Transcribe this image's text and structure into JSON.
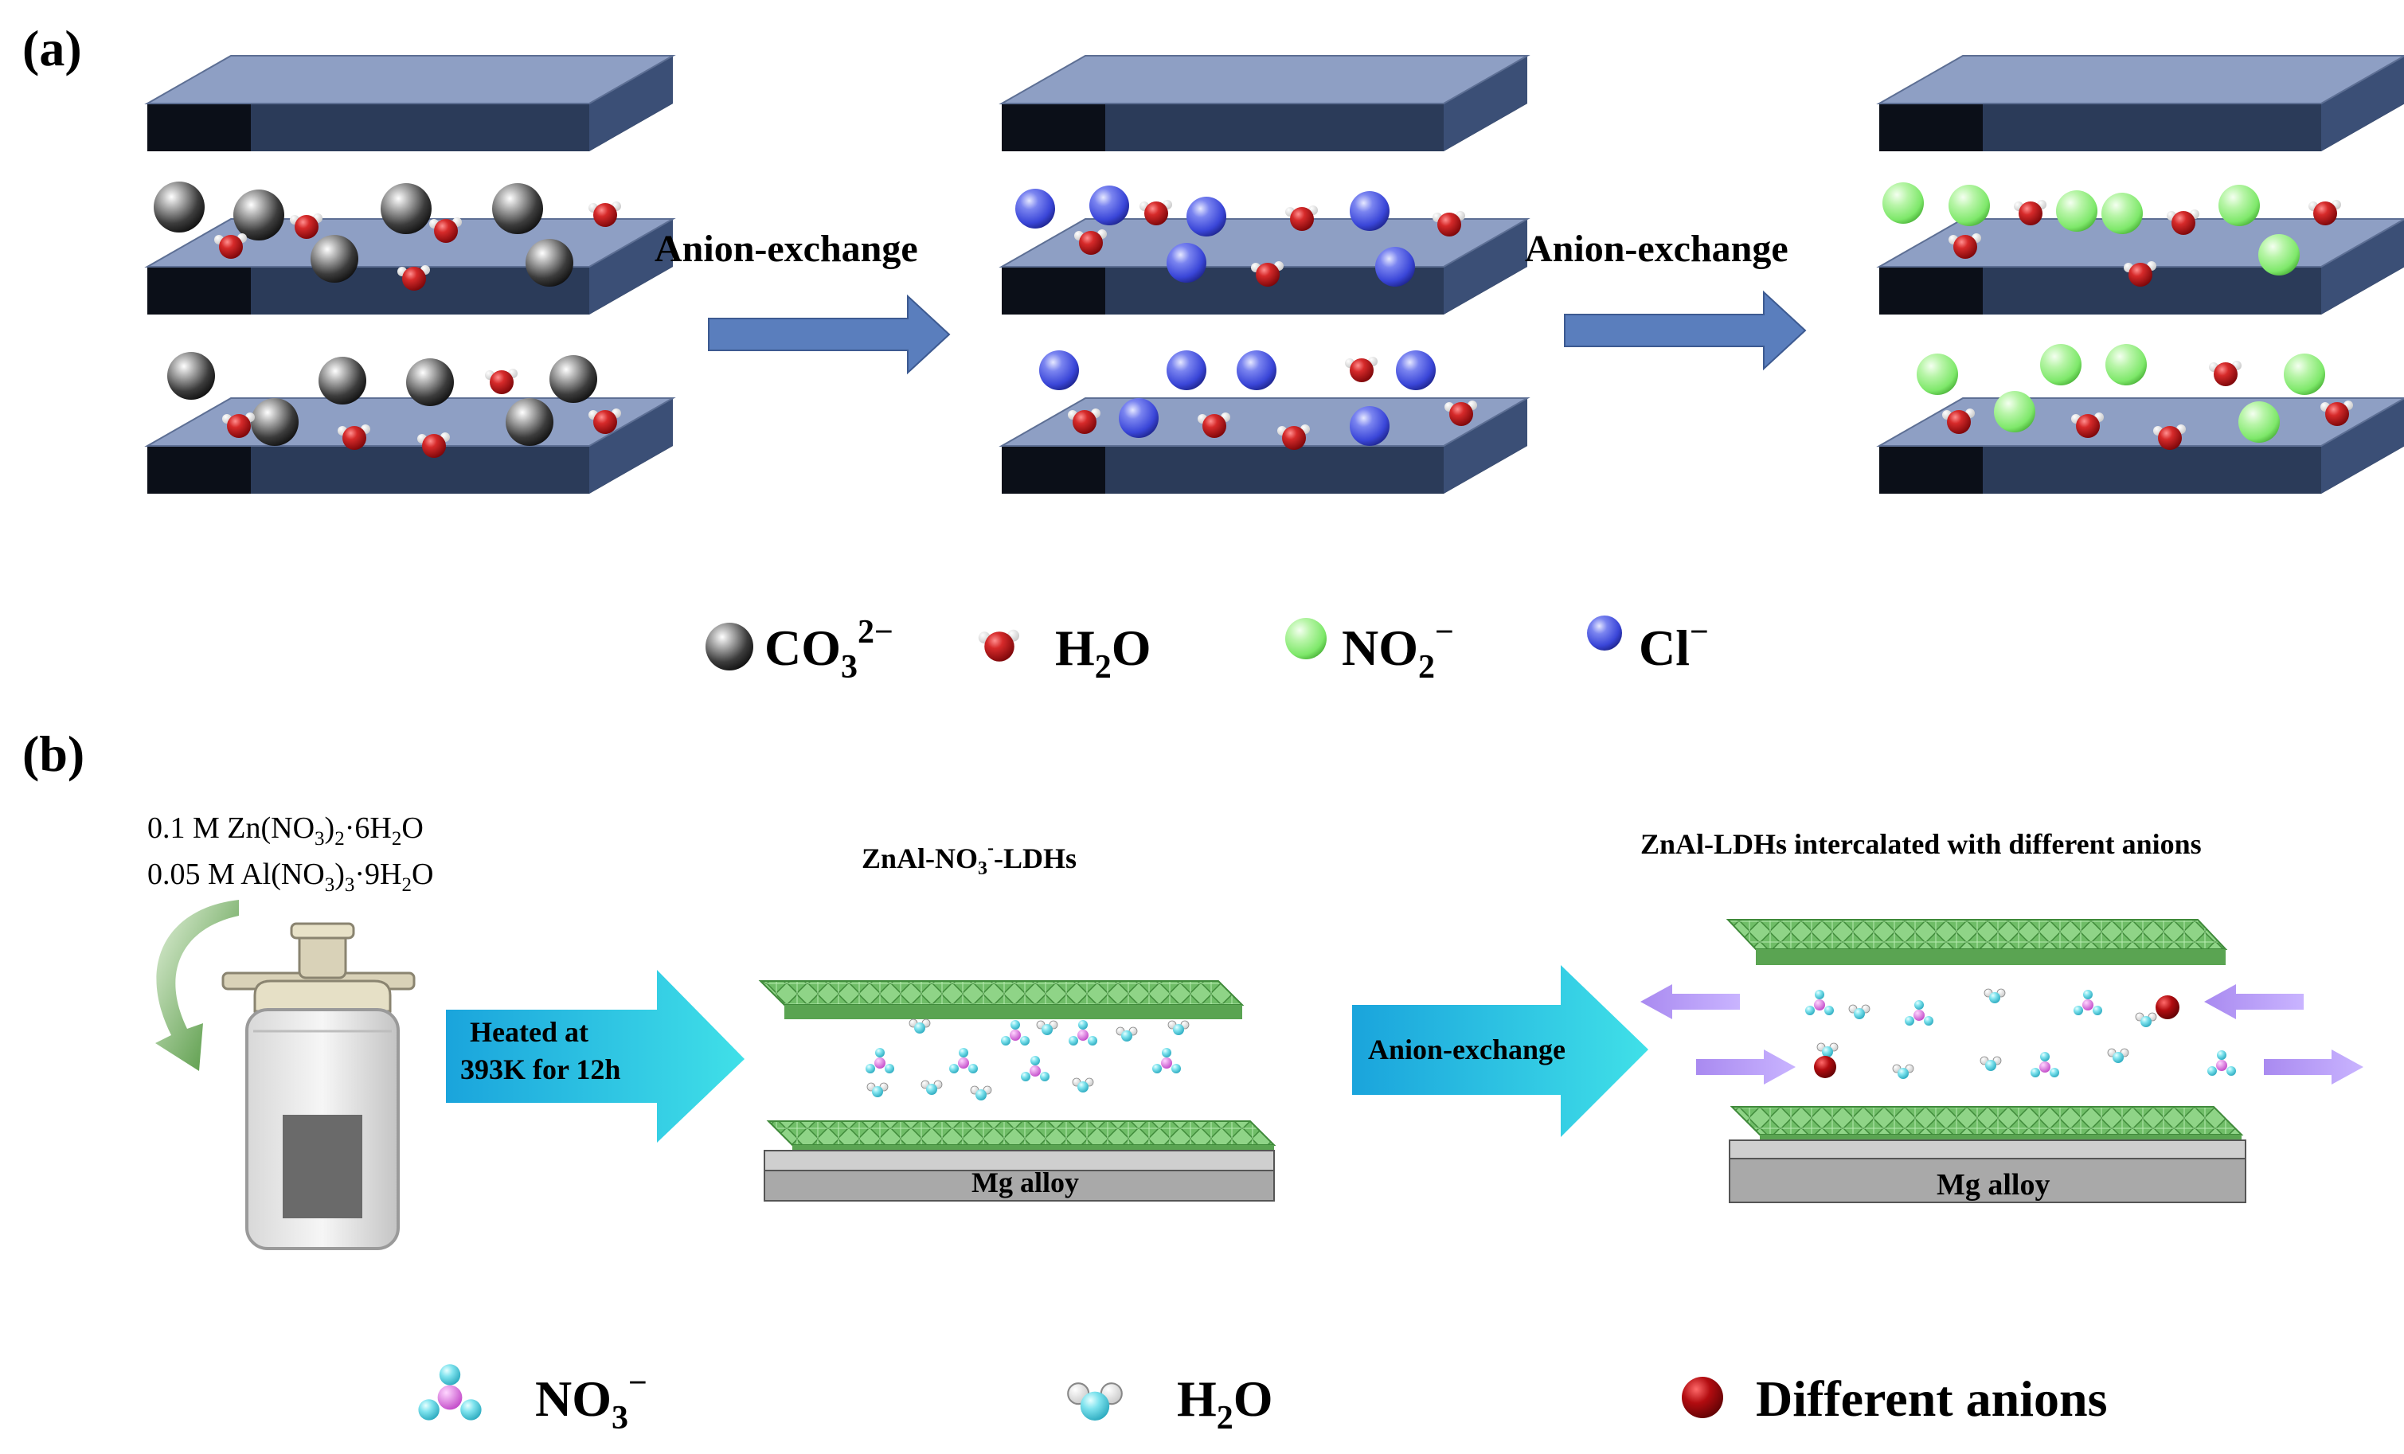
{
  "panel_a": {
    "label": "(a)",
    "step_label_1": "Anion-exchange",
    "step_label_2": "Anion-exchange",
    "legend": {
      "carbonate": {
        "base": "CO",
        "sub": "3",
        "sup": "2−"
      },
      "water": {
        "base": "H",
        "sub": "2",
        "tail": "O"
      },
      "nitrite": {
        "base": "NO",
        "sub": "2",
        "sup": "−"
      },
      "chloride": {
        "base": "Cl",
        "sup": "−"
      }
    }
  },
  "panel_b": {
    "label": "(b)",
    "reagent_line_1": {
      "pre": "0.1 M Zn(NO",
      "sub1": "3",
      "mid": ")",
      "sub2": "2",
      "post": "·6H",
      "sub3": "2",
      "end": "O"
    },
    "reagent_line_2": {
      "pre": "0.05 M Al(NO",
      "sub1": "3",
      "mid": ")",
      "sub2": "3",
      "post": "·9H",
      "sub3": "2",
      "end": "O"
    },
    "heat_label_1": "Heated at",
    "heat_label_2": "393K for 12h",
    "ldh_title": {
      "pre": "ZnAl-NO",
      "sub": "3",
      "sup": "-",
      "post": "-LDHs"
    },
    "exchange_label": "Anion-exchange",
    "final_title": "ZnAl-LDHs intercalated with different anions",
    "substrate_label_1": "Mg alloy",
    "substrate_label_2": "Mg alloy",
    "legend": {
      "nitrate": {
        "base": "NO",
        "sub": "3",
        "sup": "−"
      },
      "water": {
        "base": "H",
        "sub": "2",
        "tail": "O"
      },
      "anions": "Different anions"
    }
  },
  "colors": {
    "layer_top": "#8e9fc4",
    "layer_side": "#25324a",
    "layer_dark": "#0b0f18",
    "arrow_blue": "#5a7ebd",
    "carbonate": "#3c3c3c",
    "chloride": "#3a46d8",
    "nitrite": "#7ee86a",
    "oxygen": "#c0171a",
    "green_sheet": "#7fca78",
    "cyan_arrow": "#1fb5e0",
    "violet_arrow": "#b48cf0",
    "mg_alloy": "#a9a9a9",
    "anion_red": "#a8090d"
  },
  "icons": [
    "carbonate-sphere-icon",
    "water-molecule-icon",
    "nitrite-sphere-icon",
    "chloride-sphere-icon",
    "autoclave-icon",
    "curved-arrow-icon",
    "nitrate-molecule-icon",
    "anion-sphere-icon"
  ]
}
